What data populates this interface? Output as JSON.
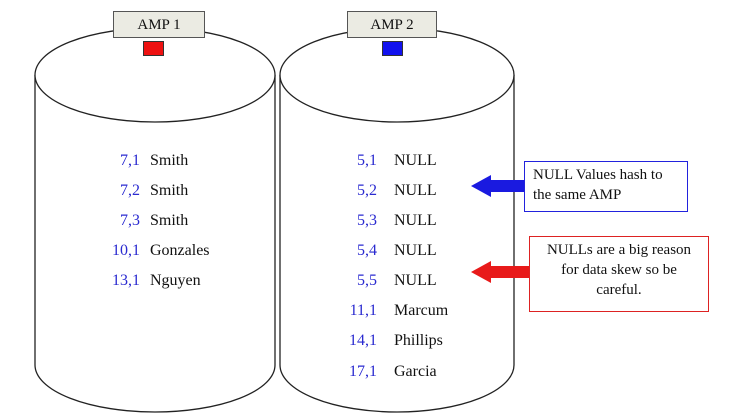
{
  "amps": [
    {
      "label": "AMP 1",
      "color": "#ee1111",
      "rows": [
        {
          "id": "7,1",
          "name": "Smith"
        },
        {
          "id": "7,2",
          "name": "Smith"
        },
        {
          "id": "7,3",
          "name": "Smith"
        },
        {
          "id": "10,1",
          "name": "Gonzales"
        },
        {
          "id": "13,1",
          "name": "Nguyen"
        }
      ]
    },
    {
      "label": "AMP 2",
      "color": "#1111ee",
      "rows": [
        {
          "id": "5,1",
          "name": "NULL"
        },
        {
          "id": "5,2",
          "name": "NULL"
        },
        {
          "id": "5,3",
          "name": "NULL"
        },
        {
          "id": "5,4",
          "name": "NULL"
        },
        {
          "id": "5,5",
          "name": "NULL"
        },
        {
          "id": "11,1",
          "name": "Marcum"
        },
        {
          "id": "14,1",
          "name": "Phillips"
        },
        {
          "id": "17,1",
          "name": "Garcia"
        }
      ]
    }
  ],
  "callouts": {
    "blue": {
      "text": "NULL Values hash to the same AMP",
      "color": "#1111ee"
    },
    "red": {
      "text": "NULLs are a big reason for data skew so be careful.",
      "color": "#ee1111"
    }
  }
}
